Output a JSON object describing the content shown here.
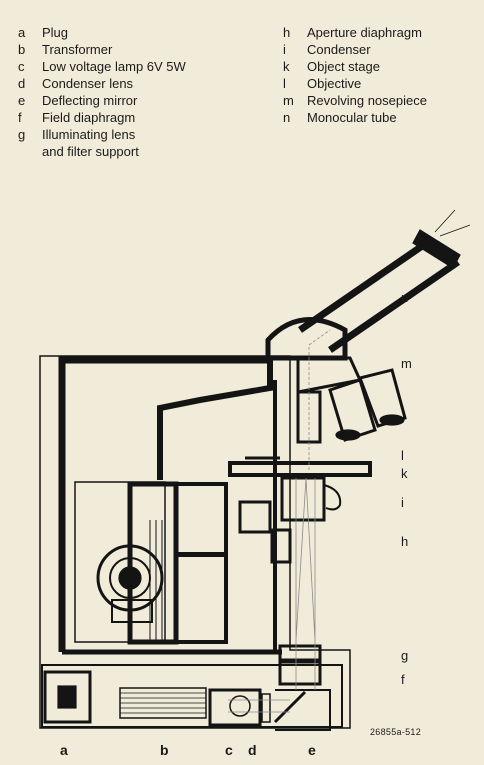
{
  "legend_left": [
    {
      "key": "a",
      "text": "Plug"
    },
    {
      "key": "b",
      "text": "Transformer"
    },
    {
      "key": "c",
      "text": "Low voltage lamp 6V 5W"
    },
    {
      "key": "d",
      "text": "Condenser lens"
    },
    {
      "key": "e",
      "text": "Deflecting mirror"
    },
    {
      "key": "f",
      "text": "Field diaphragm"
    },
    {
      "key": "g",
      "text": "Illuminating lens",
      "continuation": "and filter support"
    }
  ],
  "legend_right": [
    {
      "key": "h",
      "text": "Aperture diaphragm"
    },
    {
      "key": "i",
      "text": "Condenser"
    },
    {
      "key": "k",
      "text": "Object stage"
    },
    {
      "key": "l",
      "text": "Objective"
    },
    {
      "key": "m",
      "text": "Revolving nosepiece"
    },
    {
      "key": "n",
      "text": "Monocular tube"
    }
  ],
  "callouts_right": {
    "n": "n·",
    "m": "m",
    "l": "l",
    "k": "k",
    "i": "i",
    "h": "h",
    "g": "g",
    "f": "f"
  },
  "bottom_labels": {
    "a": "a",
    "b": "b",
    "c": "c",
    "d": "d",
    "e": "e"
  },
  "reference_number": "26855a-512",
  "colors": {
    "background": "#f1ecd9",
    "ink": "#141414",
    "light_path": "#8a8a8a"
  }
}
